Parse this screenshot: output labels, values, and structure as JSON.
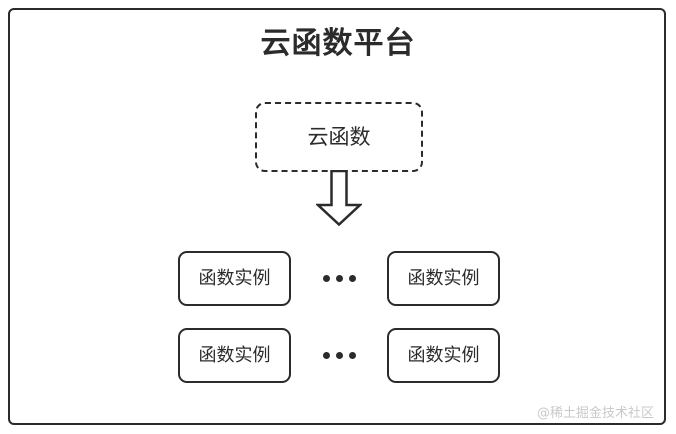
{
  "diagram": {
    "title": "云函数平台",
    "frame_label": "cloud-function-platform-boundary",
    "colors": {
      "stroke": "#2b2b2b",
      "background": "#ffffff",
      "text": "#2b2b2b",
      "watermark": "#c9c9c9"
    },
    "cloud_function_node": {
      "label": "云函数",
      "border_style": "dashed"
    },
    "arrow": {
      "direction": "down",
      "style": "block-outline"
    },
    "instance_rows": [
      {
        "left_instance": {
          "label": "函数实例"
        },
        "ellipsis": "...",
        "right_instance": {
          "label": "函数实例"
        }
      },
      {
        "left_instance": {
          "label": "函数实例"
        },
        "ellipsis": "...",
        "right_instance": {
          "label": "函数实例"
        }
      }
    ],
    "watermark": "@稀土掘金技术社区"
  }
}
